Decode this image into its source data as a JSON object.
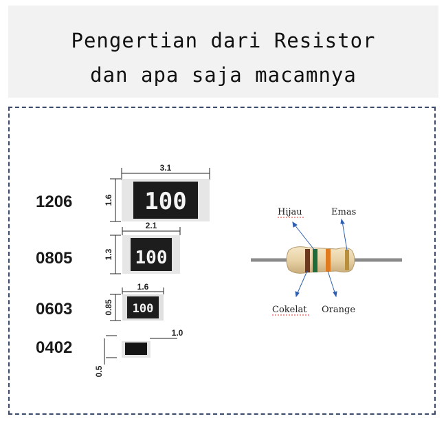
{
  "title": {
    "line1": "Pengertian dari Resistor",
    "line2": "dan apa saja macamnya"
  },
  "smd_sizes": [
    {
      "code": "1206",
      "length": "3.1",
      "width": "1.6",
      "marking": "100"
    },
    {
      "code": "0805",
      "length": "2.1",
      "width": "1.3",
      "marking": "100"
    },
    {
      "code": "0603",
      "length": "1.6",
      "width": "0.85",
      "marking": "100"
    },
    {
      "code": "0402",
      "length": "1.0",
      "width": "0.5",
      "marking": ""
    }
  ],
  "resistor_bands": [
    {
      "label": "Hijau",
      "color": "#1f6b3a"
    },
    {
      "label": "Emas",
      "color": "#b8903c"
    },
    {
      "label": "Cokelat",
      "color": "#6b3a1e"
    },
    {
      "label": "Orange",
      "color": "#e07a1f"
    }
  ]
}
